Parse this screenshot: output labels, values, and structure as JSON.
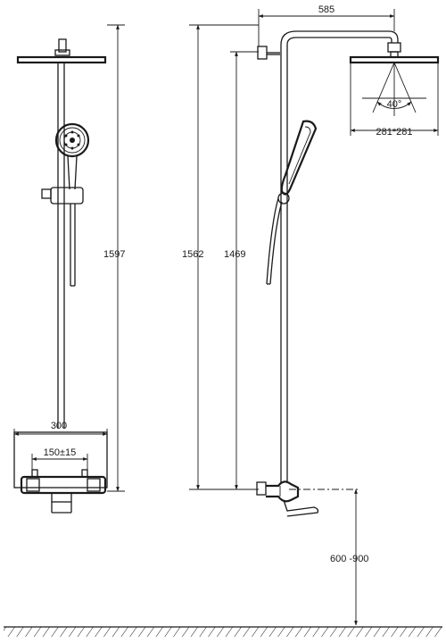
{
  "dimensions": {
    "shower_arm_projection": "585",
    "total_height": "1597",
    "height_to_arm": "1562",
    "height_to_slide_bar": "1469",
    "mixer_width": "300",
    "inlet_centers": "150±15",
    "mount_height": "600 -900",
    "spray_angle": "40°",
    "head_size": "281*281"
  }
}
